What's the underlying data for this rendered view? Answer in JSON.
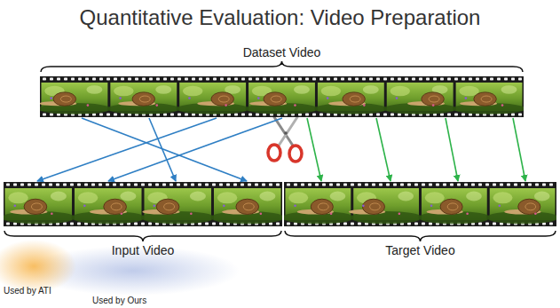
{
  "diagram": {
    "title": "Quantitative Evaluation: Video Preparation",
    "nodes": [
      {
        "text": [
          "Dataset Video"
        ]
      },
      {
        "text": [
          "Input Video"
        ]
      },
      {
        "text": [
          "Target Video"
        ]
      }
    ],
    "edges": [
      {
        "from": 0,
        "to": 1,
        "arrow": "to"
      },
      {
        "from": 0,
        "to": 1,
        "arrow": "to"
      },
      {
        "from": 0,
        "to": 1,
        "arrow": "to"
      },
      {
        "from": 0,
        "to": 1,
        "arrow": "to"
      },
      {
        "from": 0,
        "to": 2,
        "arrow": "to"
      },
      {
        "from": 0,
        "to": 2,
        "arrow": "to"
      },
      {
        "from": 0,
        "to": 2,
        "arrow": "to"
      },
      {
        "from": 0,
        "to": 2,
        "arrow": "to"
      }
    ],
    "labels": [
      "Used by ATI",
      "Used by Ours"
    ]
  }
}
